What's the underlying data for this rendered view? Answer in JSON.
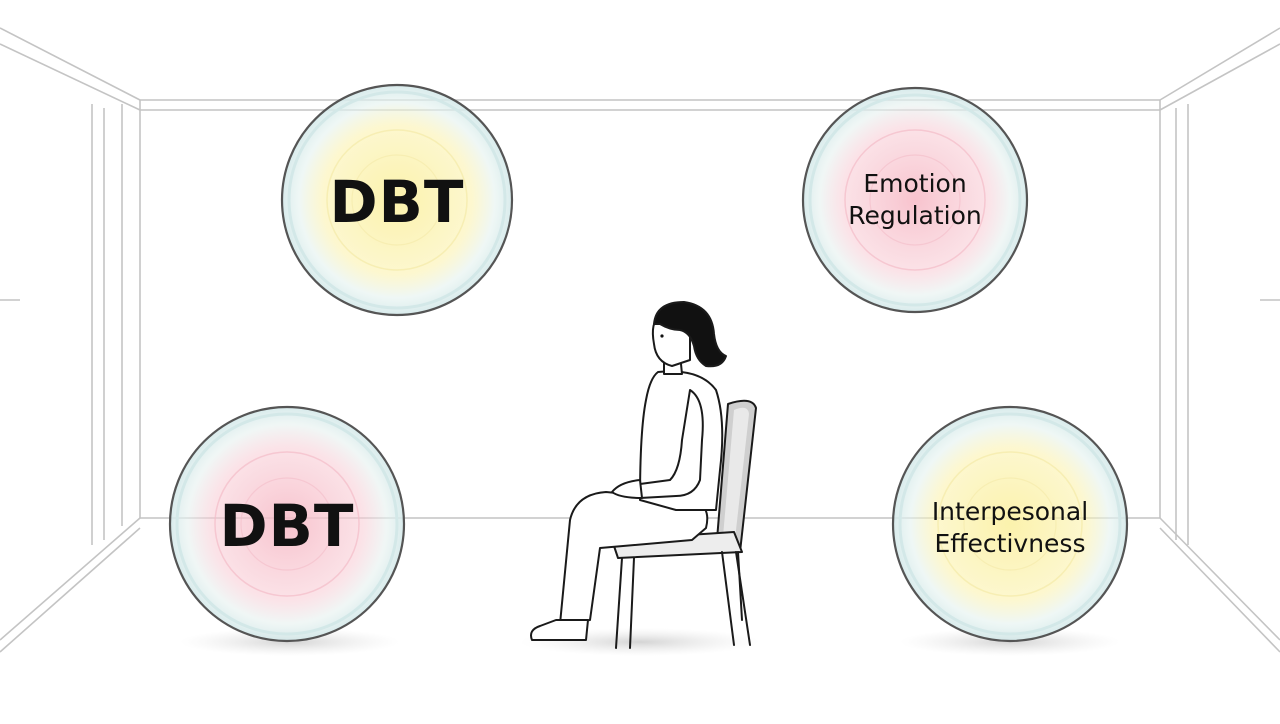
{
  "bubbles": [
    {
      "id": "top-left",
      "lines": [
        "DBT"
      ],
      "style": "big",
      "tint": "#fbf1a8"
    },
    {
      "id": "top-right",
      "lines": [
        "Emotion",
        "Regulation"
      ],
      "style": "small",
      "tint": "#f8c6cf"
    },
    {
      "id": "bottom-left",
      "lines": [
        "DBT"
      ],
      "style": "big",
      "tint": "#f8c6cf"
    },
    {
      "id": "bottom-right",
      "lines": [
        "Interpesonal",
        "Effectivness"
      ],
      "style": "small",
      "tint": "#fbf1a8"
    }
  ],
  "colors": {
    "line": "#bdbdbd",
    "outline": "#1a1a1a",
    "hair": "#111111",
    "bubble_edge": "#5a5a5a",
    "glass": "#cfe7e8",
    "shadow": "#d6d6d6",
    "chair": "#c9c9c9"
  }
}
